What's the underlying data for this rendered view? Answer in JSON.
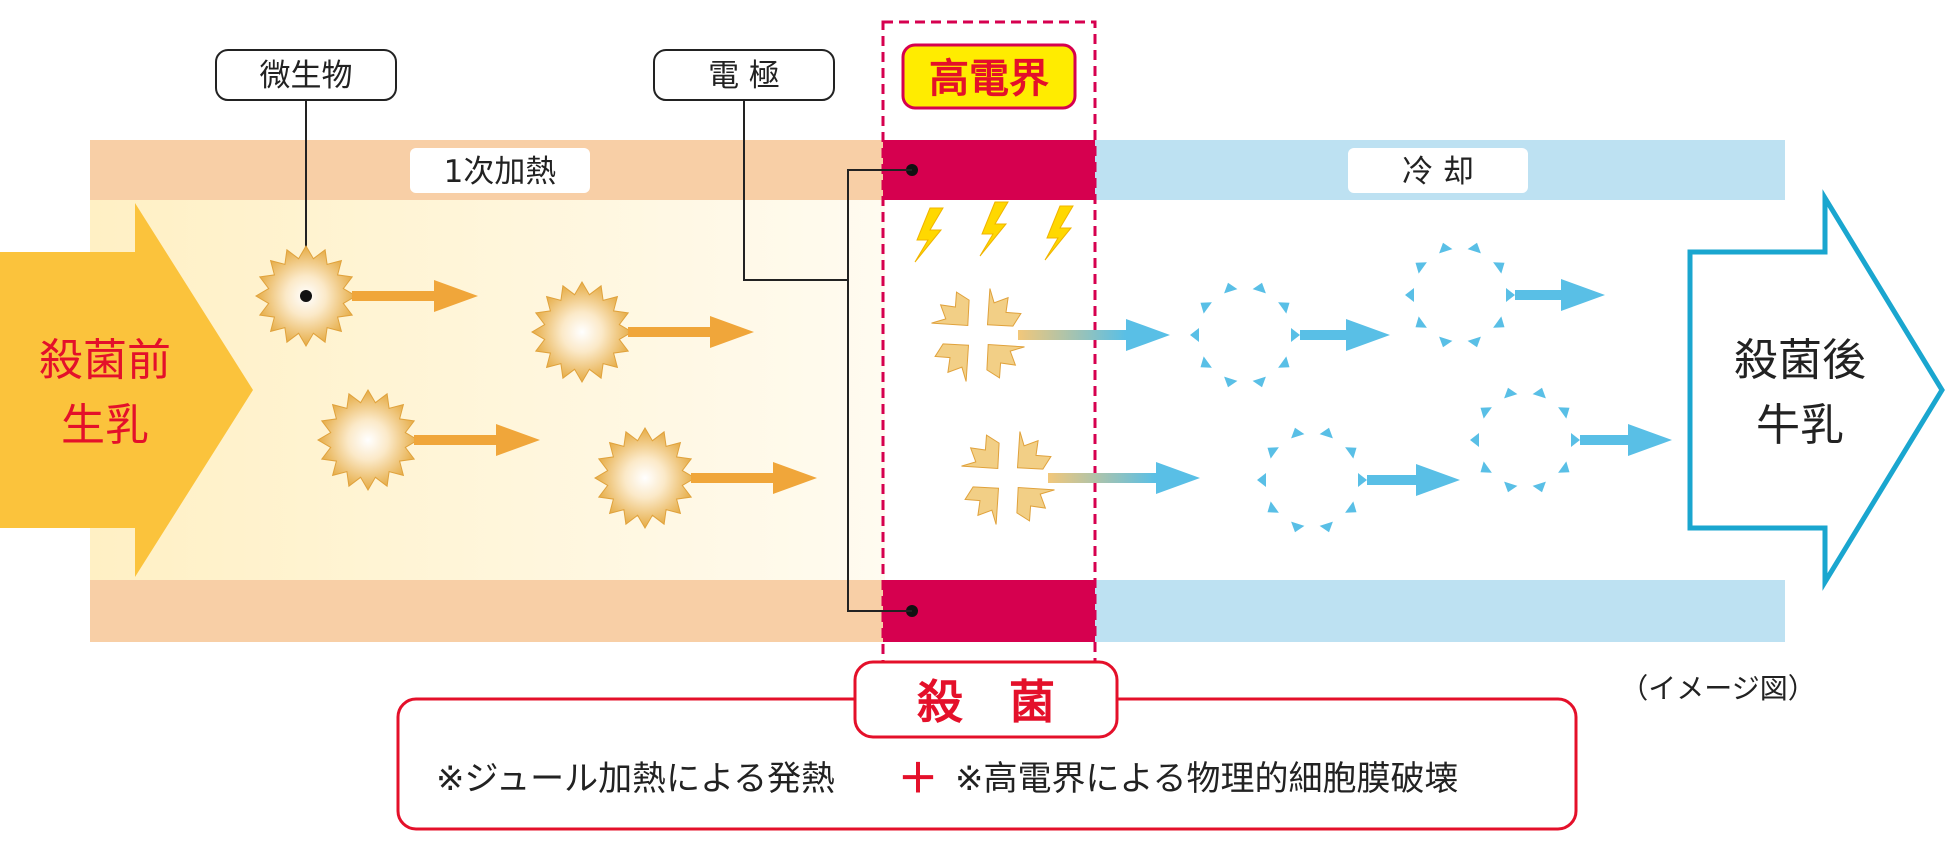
{
  "labels": {
    "microbe": "微生物",
    "electrode": "電 極",
    "high_field": "高電界",
    "primary_heating": "1次加熱",
    "cooling": "冷 却",
    "before_line1": "殺菌前",
    "before_line2": "生乳",
    "after_line1": "殺菌後",
    "after_line2": "牛乳",
    "sterilization": "殺　菌",
    "image_note": "（イメージ図）"
  },
  "mechanism": {
    "joule_heating": "※ジュール加熱による発熱",
    "plus": "＋",
    "field_destruction": "※高電界による物理的細胞膜破壊"
  },
  "colors": {
    "heating_band": "#f8cfa6",
    "heating_fill": "#fff0c4",
    "cooling_band": "#bde1f2",
    "electrode": "#d6004f",
    "before_arrow": "#fbc33c",
    "after_arrow": "#1aa6cf",
    "microbe_arrow": "#f0a63a",
    "fragment_blue": "#59bfe6",
    "red_text": "#e4102a",
    "badge_yellow": "#ffec00"
  }
}
